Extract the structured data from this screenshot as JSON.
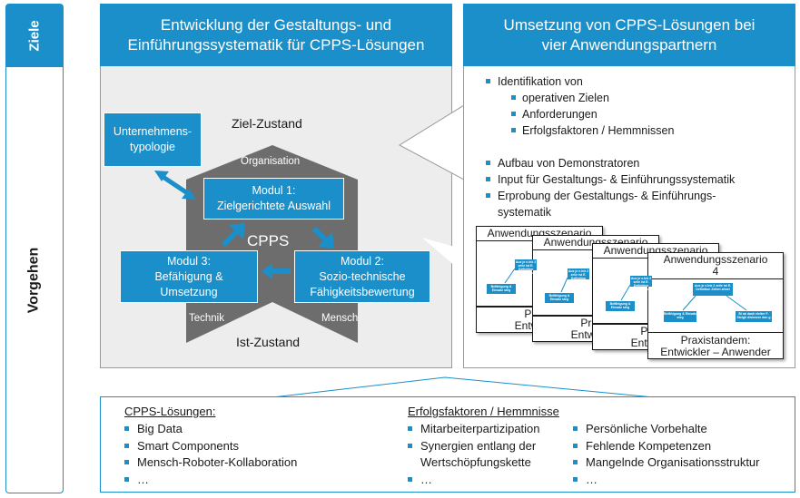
{
  "side": {
    "top_label": "Ziele",
    "bottom_label": "Vorgehen"
  },
  "left_panel": {
    "title_line1": "Entwicklung der Gestaltungs- und",
    "title_line2": "Einführungssystematik für CPPS-Lösungen",
    "ziel_zustand": "Ziel-Zustand",
    "ist_zustand": "Ist-Zustand",
    "organisation": "Organisation",
    "technik": "Technik",
    "mensch": "Mensch",
    "cpps": "CPPS",
    "unternehmen_line1": "Unternehmens-",
    "unternehmen_line2": "typologie",
    "modul1_line1": "Modul 1:",
    "modul1_line2": "Zielgerichtete Auswahl",
    "modul2_line1": "Modul 2:",
    "modul2_line2": "Sozio-technische",
    "modul2_line3": "Fähigkeitsbewertung",
    "modul3_line1": "Modul 3:",
    "modul3_line2": "Befähigung &",
    "modul3_line3": "Umsetzung"
  },
  "right_panel": {
    "title_line1": "Umsetzung von CPPS-Lösungen bei",
    "title_line2": "vier Anwendungspartnern",
    "b1": "Identifikation von",
    "b1_sub1": "operativen Zielen",
    "b1_sub2": "Anforderungen",
    "b1_sub3": "Erfolgsfaktoren  / Hemmnissen",
    "b2": "Aufbau von Demonstratoren",
    "b3": "Input für Gestaltungs-  & Einführungssystematik",
    "b4_line1": "Erprobung der Gestaltungs-  & Einführungs-",
    "b4_line2": "systematik",
    "cards": [
      {
        "title": "Anwendungsszenario",
        "foot1": "Praxis",
        "foot2": "Entwickler"
      },
      {
        "title": "Anwendungsszenario",
        "foot1": "Praxis",
        "foot2": "Entwickler"
      },
      {
        "title": "Anwendungsszenario",
        "foot1": "Praxis",
        "foot2": "Entwickler"
      },
      {
        "title": "Anwendungsszenario",
        "title2": "4",
        "foot1": "Praxistandem:",
        "foot2": "Entwickler – Anwender"
      }
    ],
    "mini_top": "Aus je e.Ink 2 zeile ist E. Definition Zeiten ahnel",
    "mini_left": "Befähigung & Einsatz steg",
    "mini_right": "Bi ab dank eleiter F-Steigh diskeuse dan g"
  },
  "bottom_panel": {
    "left_title": "CPPS-Lösungen:",
    "left_items": [
      "Big Data",
      "Smart Components",
      "Mensch-Roboter-Kollaboration",
      "…"
    ],
    "right_title": "Erfolgsfaktoren  / Hemmnisse",
    "mid_items": [
      "Mitarbeiterpartizipation",
      "Synergien entlang der"
    ],
    "mid_cont": "Wertschöpfungskette",
    "mid_last": "…",
    "right_items": [
      "Persönliche Vorbehalte",
      "Fehlende Kompetenzen",
      "Mangelnde  Organisationsstruktur",
      "…"
    ]
  },
  "colors": {
    "accent": "#1a8fc9",
    "pentagon": "#6d6d6d",
    "panel_bg": "#ededed"
  }
}
